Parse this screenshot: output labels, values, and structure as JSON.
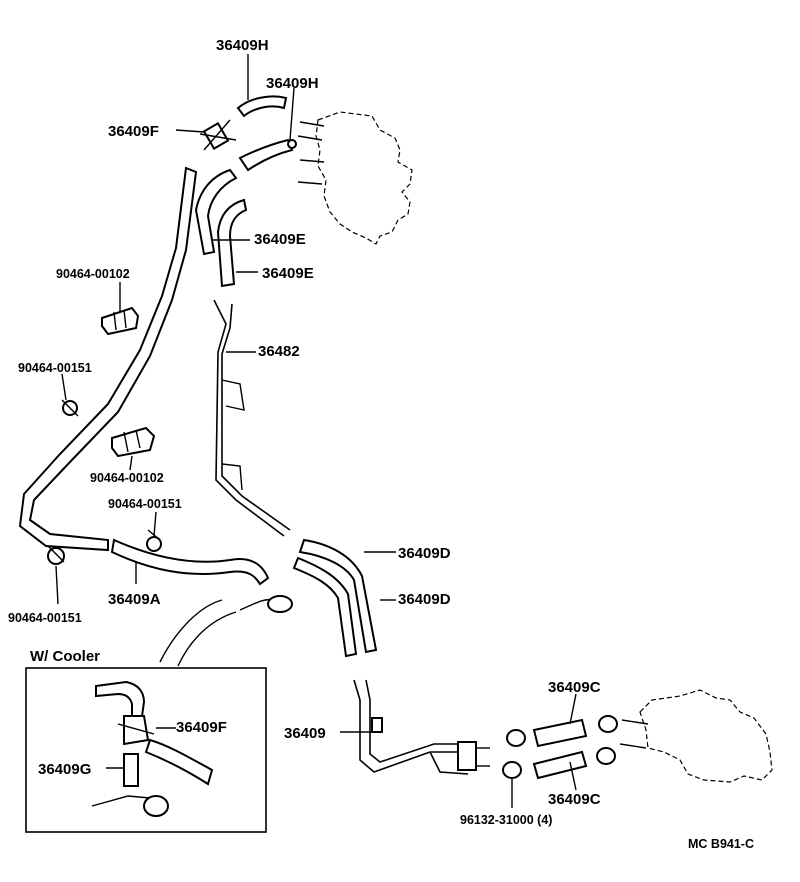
{
  "labels": {
    "h_top": "36409H",
    "h_mid": "36409H",
    "f_top": "36409F",
    "e_top": "36409E",
    "e_bot": "36409E",
    "pn_102_a": "90464-00102",
    "pn_151_a": "90464-00151",
    "pipe_36482": "36482",
    "pn_102_b": "90464-00102",
    "pn_151_b": "90464-00151",
    "d_top": "36409D",
    "a_hose": "36409A",
    "pn_151_c": "90464-00151",
    "d_bot": "36409D",
    "c_top": "36409C",
    "pipe_36409": "36409",
    "c_bot": "36409C",
    "clamp_96132": "96132-31000 (4)"
  },
  "inset": {
    "title": "W/ Cooler",
    "f_label": "36409F",
    "g_label": "36409G"
  },
  "drawing_code": "MC  B941-C"
}
